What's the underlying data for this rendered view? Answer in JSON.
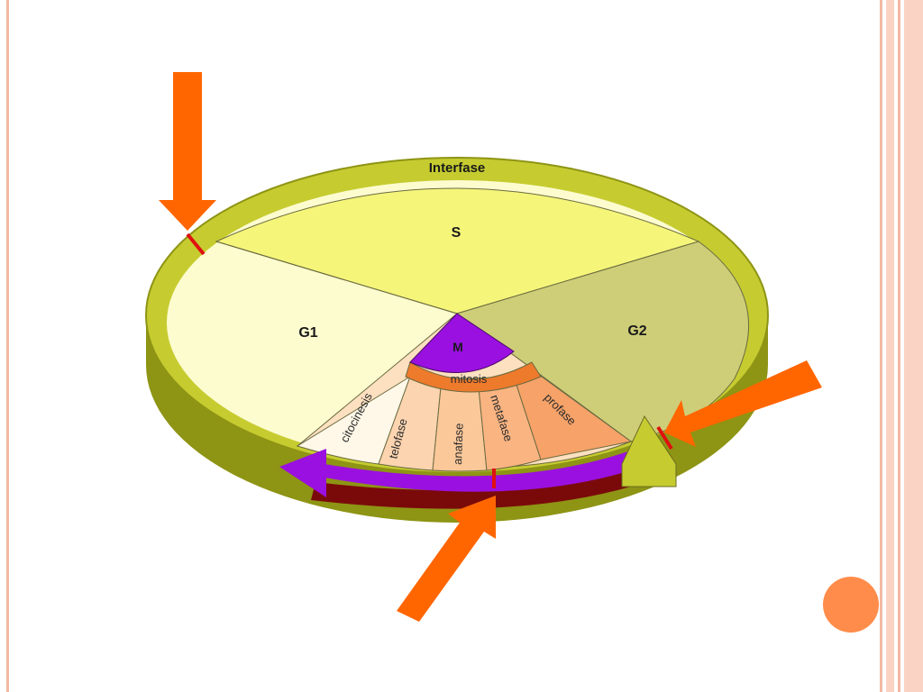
{
  "diagram": {
    "ring_label": "Interfase",
    "phases": {
      "s": "S",
      "g1": "G1",
      "g2": "G2",
      "m": "M"
    },
    "mitosis_label": "mitosis",
    "mitosis_steps": [
      "citocinesis",
      "telofase",
      "anafase",
      "metafase",
      "profase"
    ],
    "colors": {
      "ring": "#c6cc30",
      "s": "#f5f57a",
      "g1": "#fdfccf",
      "g2": "#cece78",
      "m": "#9a10e0",
      "mitosis": "#ee7a2c",
      "arrow": "#ff6600",
      "marker": "#e01010",
      "base": "#7a0a0a"
    }
  }
}
